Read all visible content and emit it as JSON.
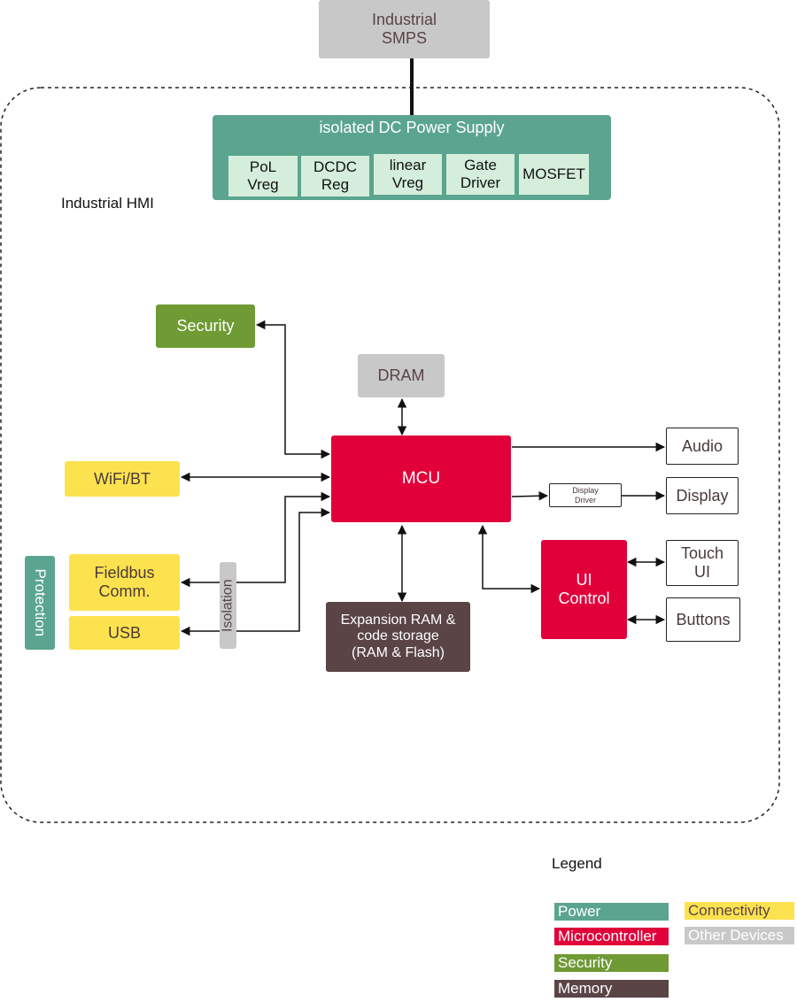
{
  "diagram": {
    "smps": "Industrial\nSMPS",
    "hmi_label": "Industrial HMI",
    "power_supply": {
      "title": "isolated DC Power Supply",
      "parts": [
        "PoL\nVreg",
        "DCDC\nReg",
        "linear\nVreg",
        "Gate\nDriver",
        "MOSFET"
      ]
    },
    "security": "Security",
    "dram": "DRAM",
    "mcu": "MCU",
    "wifi": "WiFi/BT",
    "fieldbus": "Fieldbus\nComm.",
    "usb": "USB",
    "protection": "Protection",
    "isolation": "Isolation",
    "expansion": "Expansion RAM &\ncode storage\n(RAM & Flash)",
    "audio": "Audio",
    "display_driver": "Display\nDriver",
    "display": "Display",
    "ui_control": "UI\nControl",
    "touch_ui": "Touch\nUI",
    "buttons": "Buttons"
  },
  "legend": {
    "title": "Legend",
    "items": [
      {
        "label": "Power",
        "color": "#5ba590",
        "text_color": "#ffffff"
      },
      {
        "label": "Microcontroller",
        "color": "#e1003a",
        "text_color": "#ffffff"
      },
      {
        "label": "Security",
        "color": "#6f9a34",
        "text_color": "#ffffff"
      },
      {
        "label": "Memory",
        "color": "#5a4446",
        "text_color": "#ffffff"
      },
      {
        "label": "Connectivity",
        "color": "#fde24f",
        "text_color": "#5a4446"
      },
      {
        "label": "Other Devices",
        "color": "#c8c8c8",
        "text_color": "#ffffff"
      }
    ]
  }
}
